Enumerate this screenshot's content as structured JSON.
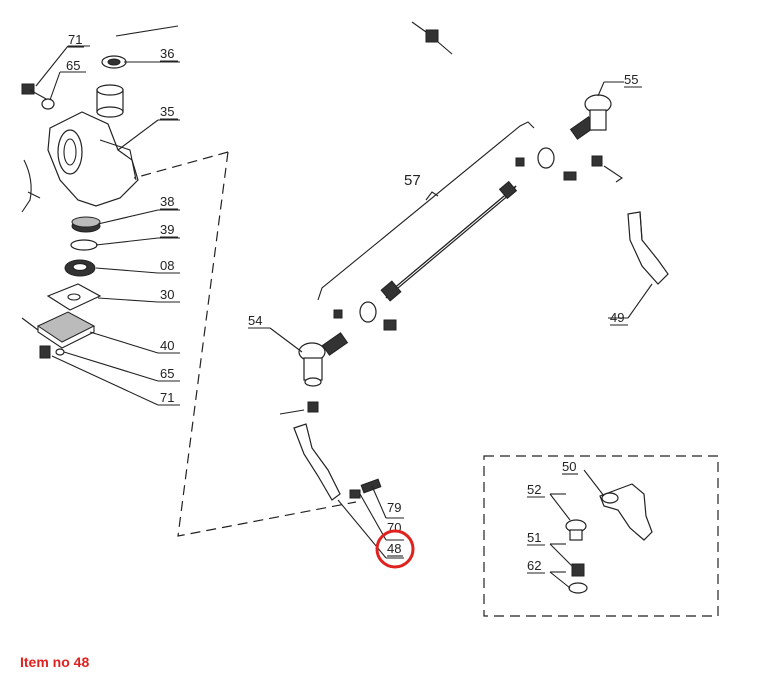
{
  "caption": "Item no 48",
  "highlight_color": "#e0221f",
  "labels": {
    "l71a": "71",
    "l65a": "65",
    "l36": "36",
    "l35": "35",
    "l38": "38",
    "l39": "39",
    "l08": "08",
    "l30": "30",
    "l40": "40",
    "l65b": "65",
    "l71b": "71",
    "l54": "54",
    "l57": "57",
    "l55": "55",
    "l49": "49",
    "l79": "79",
    "l70": "70",
    "l48": "48",
    "l50": "50",
    "l52": "52",
    "l51": "51",
    "l62": "62"
  },
  "highlighted_item": "48"
}
